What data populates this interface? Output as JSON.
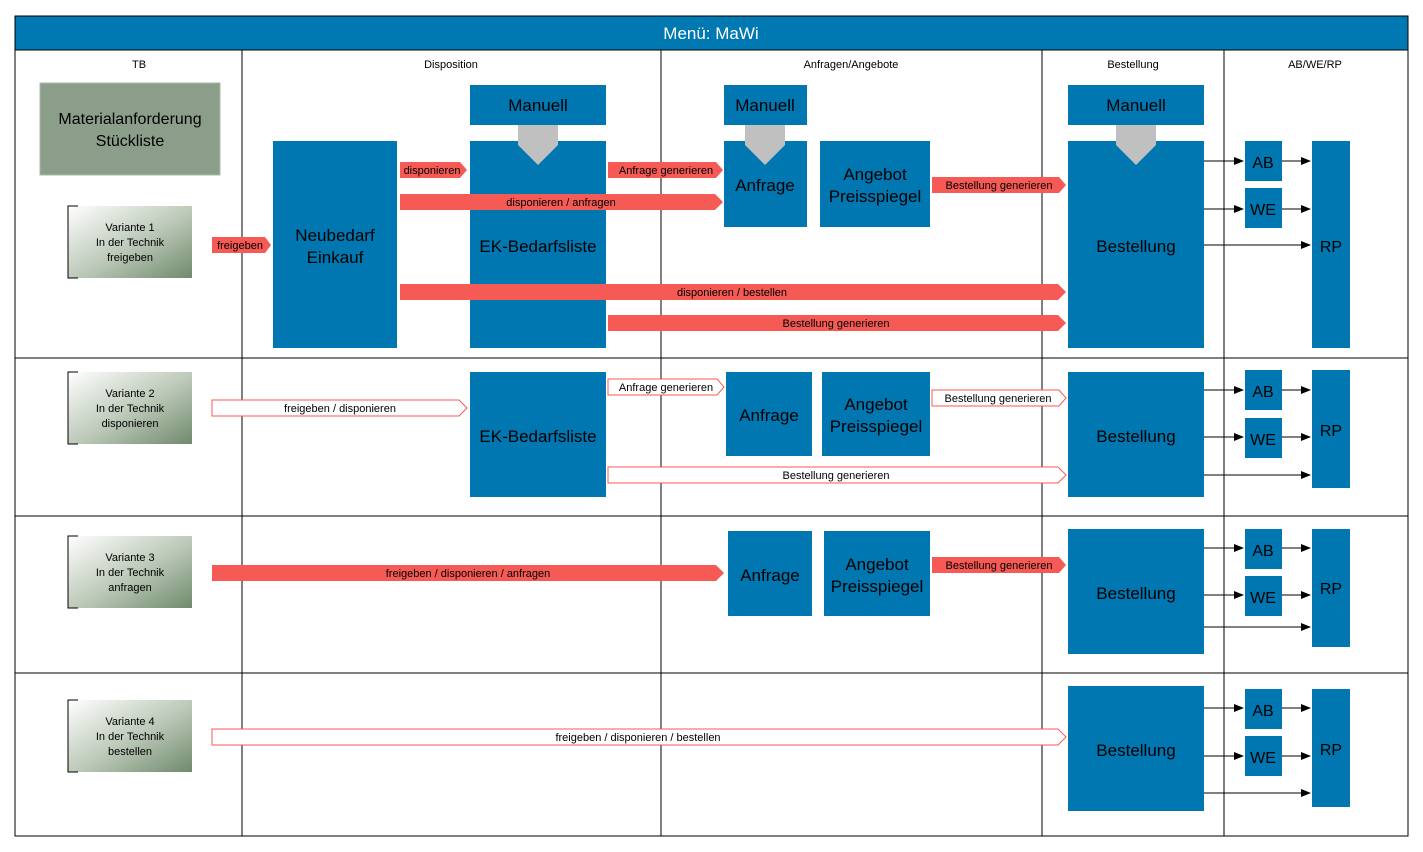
{
  "title": "Menü: MaWi",
  "columns": {
    "tb": "TB",
    "disposition": "Disposition",
    "anfragen": "Anfragen/Angebote",
    "bestellung": "Bestellung",
    "abwerp": "AB/WE/RP"
  },
  "source": {
    "line1": "Materialanforderung",
    "line2": "Stückliste"
  },
  "variants": [
    {
      "line1": "Variante 1",
      "line2": "In der Technik",
      "line3": "freigeben"
    },
    {
      "line1": "Variante 2",
      "line2": "In der Technik",
      "line3": "disponieren"
    },
    {
      "line1": "Variante 3",
      "line2": "In der Technik",
      "line3": "anfragen"
    },
    {
      "line1": "Variante 4",
      "line2": "In der Technik",
      "line3": "bestellen"
    }
  ],
  "boxes": {
    "manuell": "Manuell",
    "neubedarf_line1": "Neubedarf",
    "neubedarf_line2": "Einkauf",
    "ek_bedarfsliste": "EK-Bedarfsliste",
    "anfrage": "Anfrage",
    "angebot_line1": "Angebot",
    "angebot_line2": "Preisspiegel",
    "bestellung": "Bestellung",
    "ab": "AB",
    "we": "WE",
    "rp": "RP"
  },
  "arrows": {
    "freigeben": "freigeben",
    "disponieren": "disponieren",
    "disponieren_anfragen": "disponieren / anfragen",
    "disponieren_bestellen": "disponieren / bestellen",
    "anfrage_generieren": "Anfrage generieren",
    "bestellung_generieren": "Bestellung generieren",
    "freigeben_disponieren": "freigeben / disponieren",
    "freigeben_disponieren_anfragen": "freigeben / disponieren / anfragen",
    "freigeben_disponieren_bestellen": "freigeben / disponieren / bestellen"
  },
  "colors": {
    "header": "#0079b2",
    "box": "#0077b0",
    "arrow_red": "#f55a55",
    "source_green": "#8a9e8a"
  }
}
